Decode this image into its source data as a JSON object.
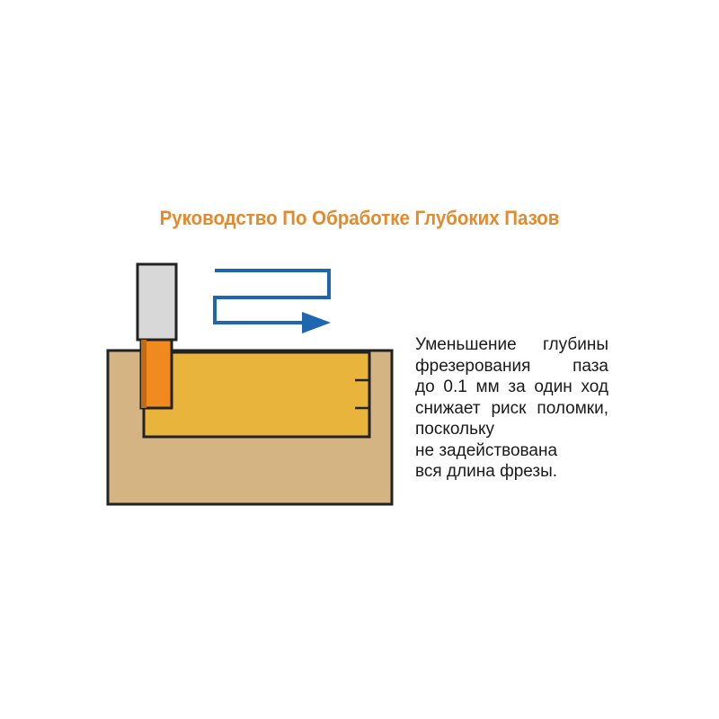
{
  "title": "Руководство По Обработке Глубоких Пазов",
  "caption_lines": [
    "Уменьшение глубины",
    "фрезерования паза",
    "до 0.1 мм за один ход",
    "снижает риск поломки,",
    "поскольку",
    "не задействована",
    "вся длина фрезы."
  ],
  "colors": {
    "title": "#e38a2c",
    "arrow": "#1f66b0",
    "workpiece": "#d4b483",
    "groove": "#e8b43c",
    "cutter": "#f08a1e",
    "shank": "#d8d8d8",
    "outline": "#222222"
  }
}
